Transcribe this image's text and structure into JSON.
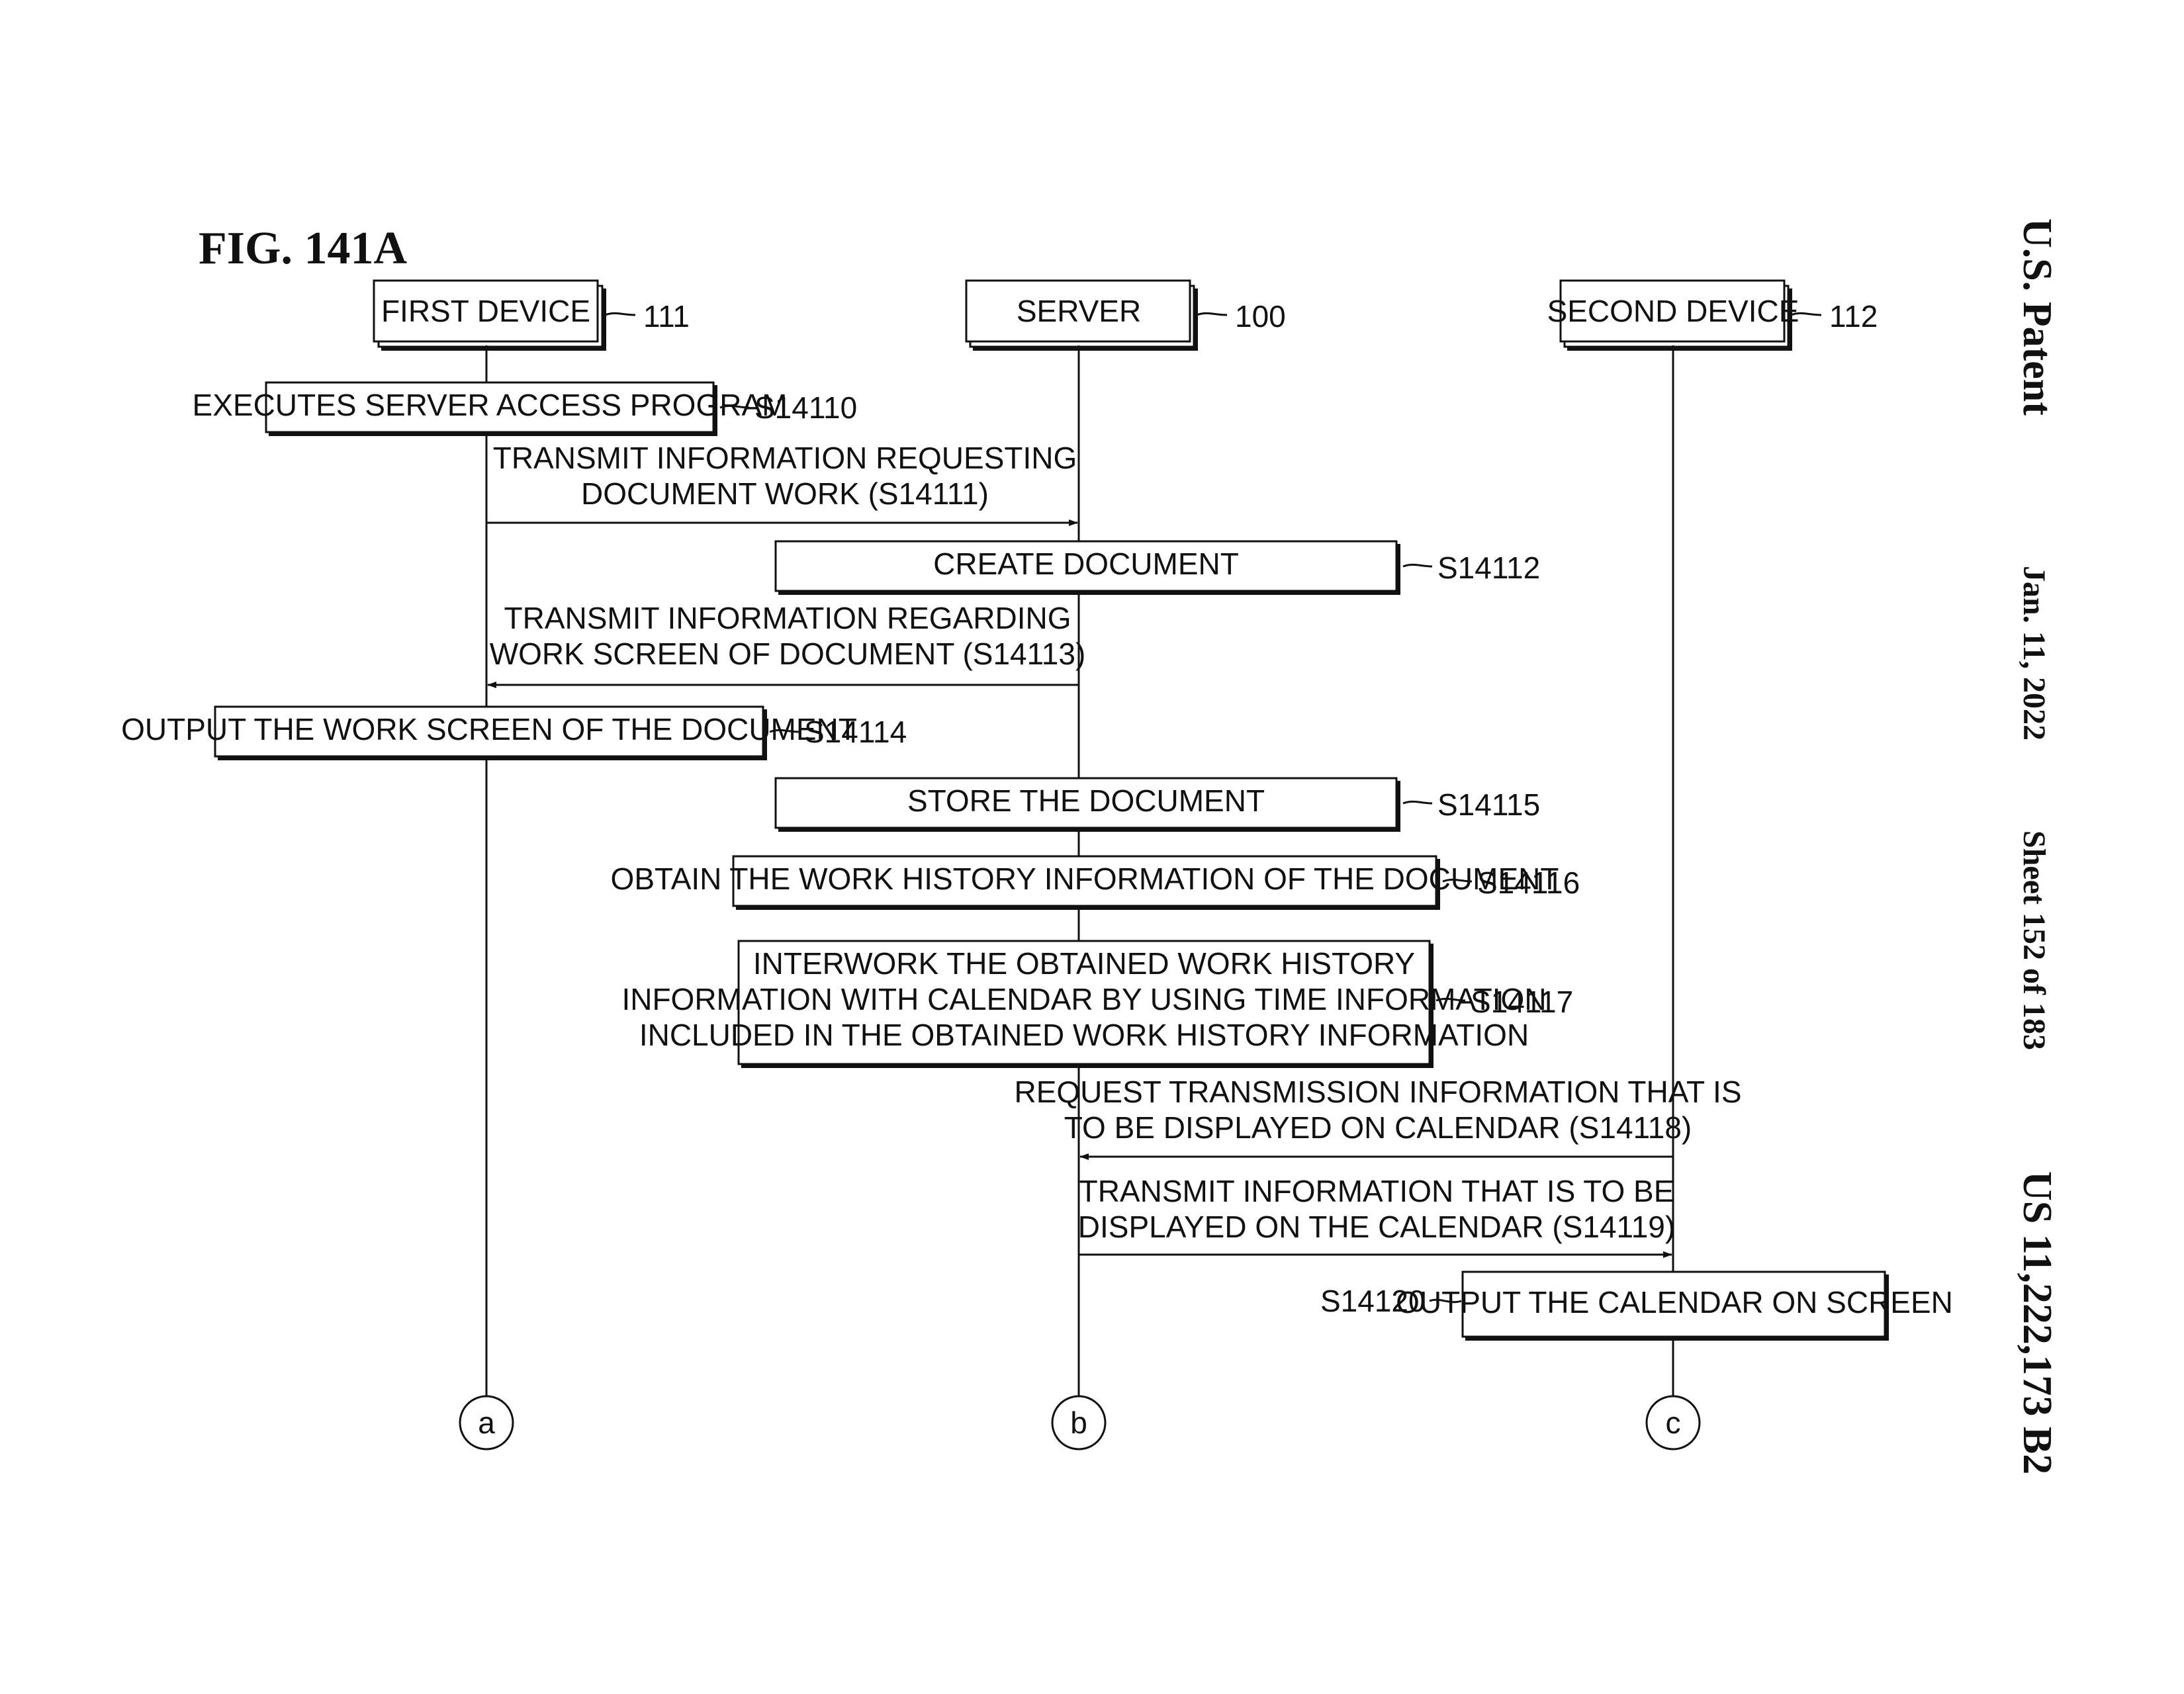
{
  "figure_label": "FIG.  141A",
  "patent_header": {
    "title": "U.S. Patent",
    "date": "Jan. 11, 2022",
    "sheet": "Sheet 152 of 183",
    "number": "US 11,222,173 B2"
  },
  "lifelines": [
    {
      "label": "FIRST DEVICE",
      "ref": "111",
      "connector": "a"
    },
    {
      "label": "SERVER",
      "ref": "100",
      "connector": "b"
    },
    {
      "label": "SECOND DEVICE",
      "ref": "112",
      "connector": "c"
    }
  ],
  "steps": {
    "s14110": {
      "text": "EXECUTES SERVER ACCESS PROGRAM",
      "ref": "S14110"
    },
    "s14112": {
      "text": "CREATE DOCUMENT",
      "ref": "S14112"
    },
    "s14114": {
      "text": "OUTPUT THE WORK SCREEN OF THE DOCUMENT",
      "ref": "S14114"
    },
    "s14115": {
      "text": "STORE THE DOCUMENT",
      "ref": "S14115"
    },
    "s14116": {
      "text": "OBTAIN THE WORK HISTORY INFORMATION OF THE DOCUMENT",
      "ref": "S14116"
    },
    "s14117": {
      "lines": [
        "INTERWORK THE OBTAINED WORK HISTORY",
        "INFORMATION WITH CALENDAR BY USING TIME INFORMATION",
        "INCLUDED IN THE OBTAINED WORK HISTORY INFORMATION"
      ],
      "ref": "S14117"
    },
    "s14120": {
      "text": "OUTPUT THE CALENDAR ON SCREEN",
      "ref": "S14120"
    }
  },
  "messages": {
    "s14111": {
      "lines": [
        "TRANSMIT INFORMATION REQUESTING",
        "DOCUMENT WORK (S14111)"
      ]
    },
    "s14113": {
      "lines": [
        "TRANSMIT INFORMATION REGARDING",
        "WORK SCREEN OF DOCUMENT (S14113)"
      ]
    },
    "s14118": {
      "lines": [
        "REQUEST TRANSMISSION INFORMATION THAT IS",
        "TO BE DISPLAYED ON CALENDAR (S14118)"
      ]
    },
    "s14119": {
      "lines": [
        "TRANSMIT INFORMATION THAT IS TO BE",
        "DISPLAYED ON THE CALENDAR (S14119)"
      ]
    }
  }
}
